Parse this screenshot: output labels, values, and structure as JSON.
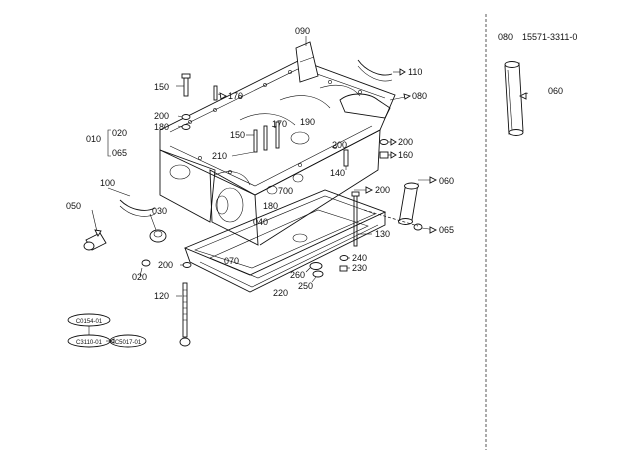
{
  "header": {
    "part_ref": "080",
    "part_number": "15571-3311-0"
  },
  "callouts": [
    {
      "id": "c090",
      "text": "090"
    },
    {
      "id": "c110",
      "text": "110"
    },
    {
      "id": "c080",
      "text": "080"
    },
    {
      "id": "c150a",
      "text": "150"
    },
    {
      "id": "c170a",
      "text": "170"
    },
    {
      "id": "c200a",
      "text": "200"
    },
    {
      "id": "c180a",
      "text": "180"
    },
    {
      "id": "c010",
      "text": "010"
    },
    {
      "id": "c020a",
      "text": "020"
    },
    {
      "id": "c065a",
      "text": "065"
    },
    {
      "id": "c150b",
      "text": "150"
    },
    {
      "id": "c170b",
      "text": "170"
    },
    {
      "id": "c190",
      "text": "190"
    },
    {
      "id": "c210",
      "text": "210"
    },
    {
      "id": "c200b",
      "text": "200"
    },
    {
      "id": "c200c",
      "text": "200"
    },
    {
      "id": "c160",
      "text": "160"
    },
    {
      "id": "c140",
      "text": "140"
    },
    {
      "id": "c200d",
      "text": "200"
    },
    {
      "id": "c700",
      "text": "700"
    },
    {
      "id": "c180b",
      "text": "180"
    },
    {
      "id": "c100",
      "text": "100"
    },
    {
      "id": "c050",
      "text": "050"
    },
    {
      "id": "c030",
      "text": "030"
    },
    {
      "id": "c040",
      "text": "040"
    },
    {
      "id": "c060a",
      "text": "060"
    },
    {
      "id": "c065b",
      "text": "065"
    },
    {
      "id": "c130",
      "text": "130"
    },
    {
      "id": "c070",
      "text": "070"
    },
    {
      "id": "c200e",
      "text": "200"
    },
    {
      "id": "c020b",
      "text": "020"
    },
    {
      "id": "c240",
      "text": "240"
    },
    {
      "id": "c230",
      "text": "230"
    },
    {
      "id": "c260",
      "text": "260"
    },
    {
      "id": "c250",
      "text": "250"
    },
    {
      "id": "c220",
      "text": "220"
    },
    {
      "id": "c120",
      "text": "120"
    },
    {
      "id": "c060b",
      "text": "060"
    }
  ],
  "legend_bubbles": [
    {
      "id": "b1",
      "text": "C0154-01"
    },
    {
      "id": "b2",
      "text": "C3110-01"
    },
    {
      "id": "b3",
      "text": "C5017-01"
    }
  ]
}
